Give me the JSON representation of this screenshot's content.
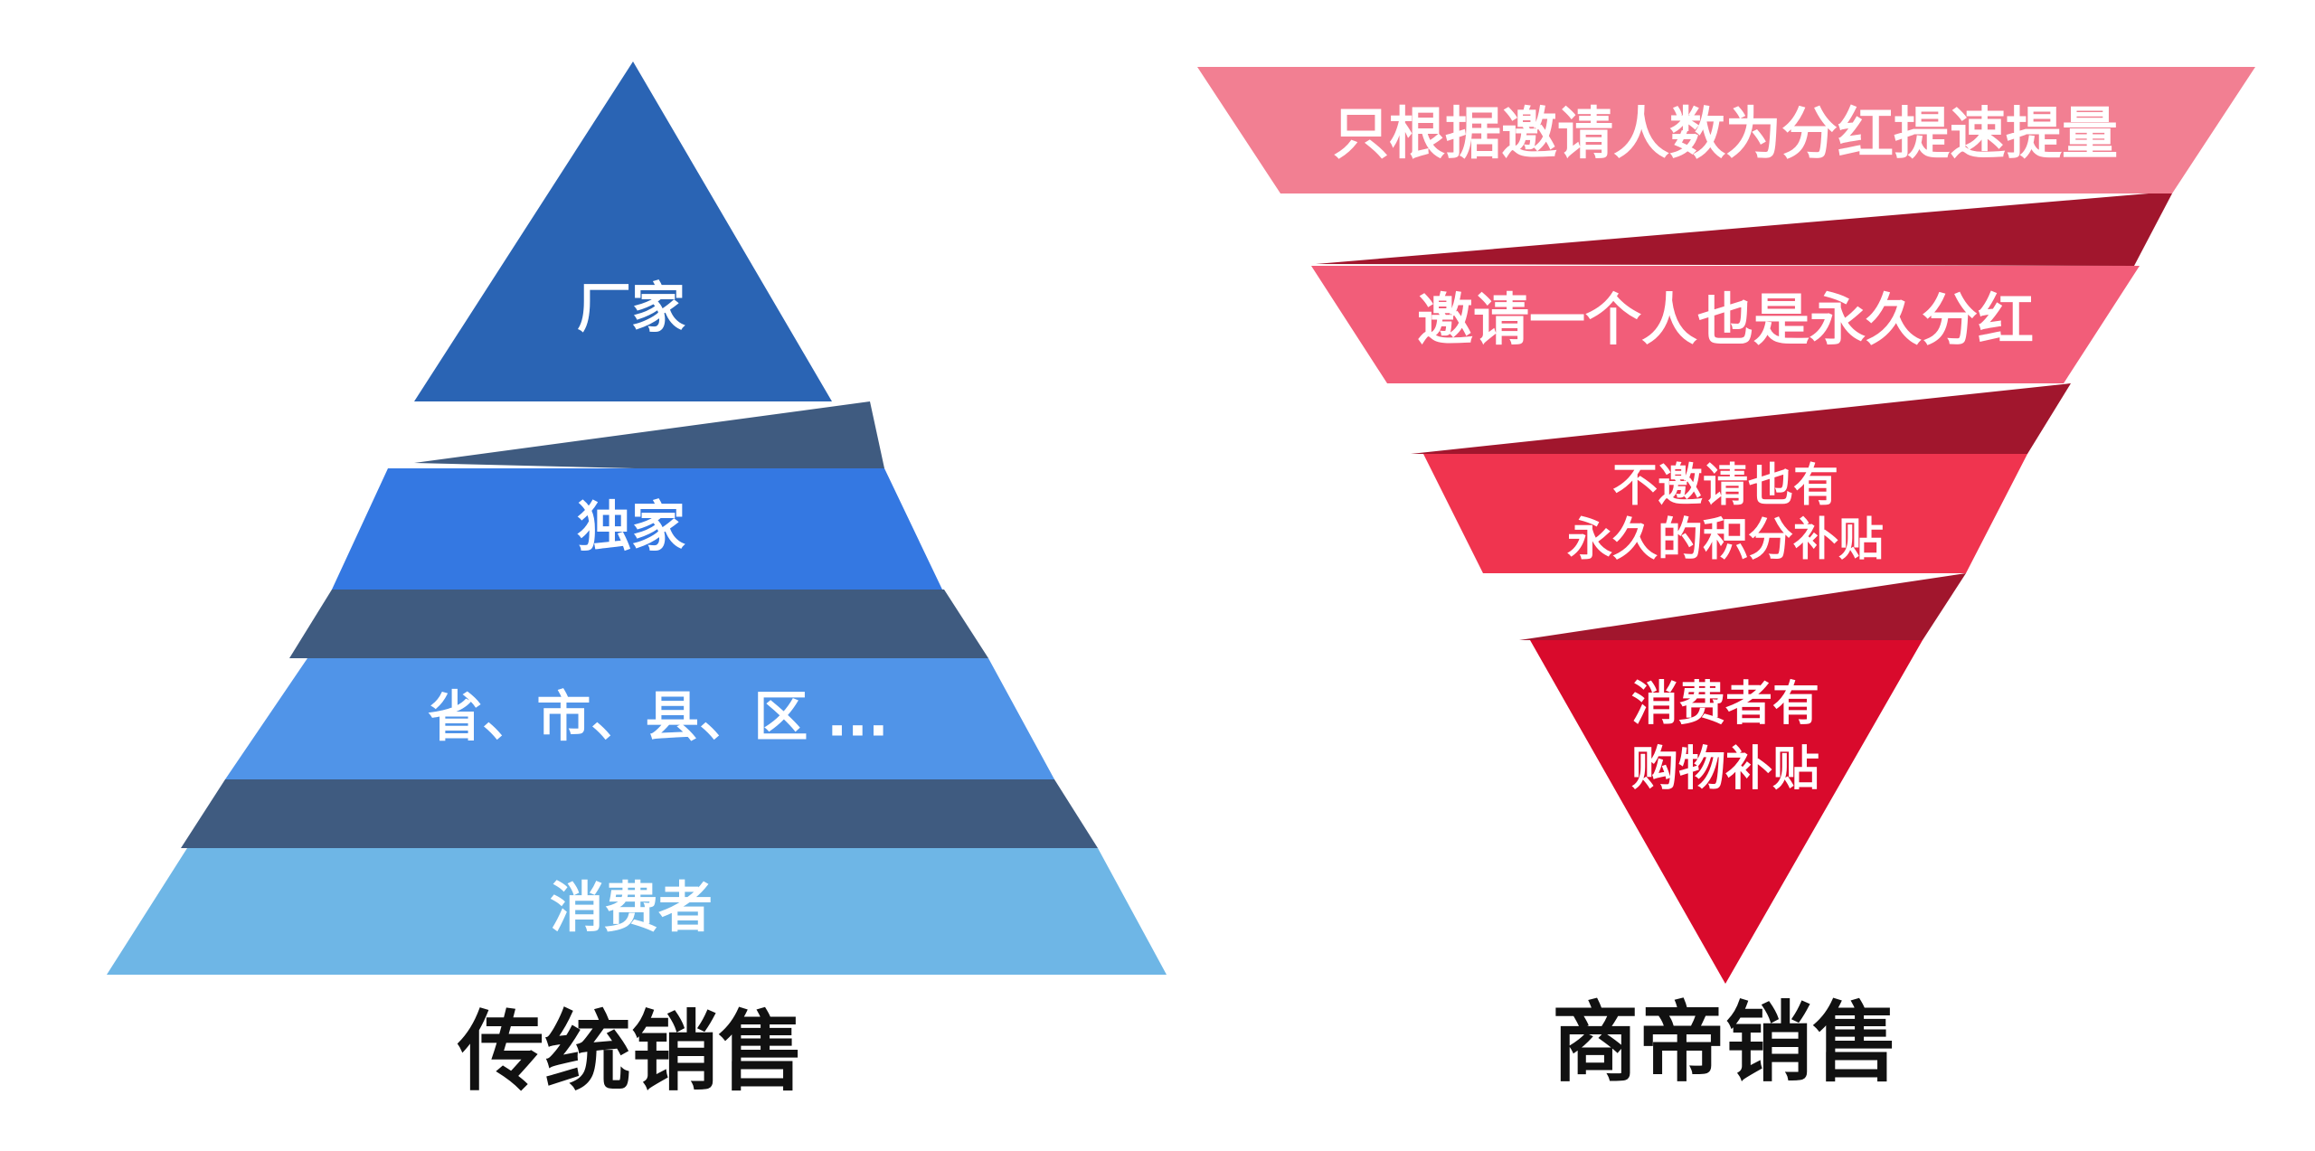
{
  "left_diagram": {
    "caption": "传统销售",
    "tiers": [
      {
        "label": "厂家",
        "color": "#2a64b4"
      },
      {
        "label": "独家",
        "color": "#3478e2"
      },
      {
        "label": "省、市、县、区 ...",
        "color": "#5094e8"
      },
      {
        "label": "消费者",
        "color": "#6eb6e6"
      }
    ],
    "band_color": "#1d3e6a"
  },
  "right_diagram": {
    "caption": "商帝销售",
    "tiers": [
      {
        "lines": [
          "只根据邀请人数为分红提速提量"
        ],
        "color": "#f27f92"
      },
      {
        "lines": [
          "邀请一个人也是永久分红"
        ],
        "color": "#f25d79"
      },
      {
        "lines": [
          "不邀请也有",
          "永久的积分补贴"
        ],
        "color": "#f0344f"
      },
      {
        "lines": [
          "消费者有",
          "购物补贴"
        ],
        "color": "#d90a2c"
      }
    ],
    "band_color": "#9c0a22"
  }
}
